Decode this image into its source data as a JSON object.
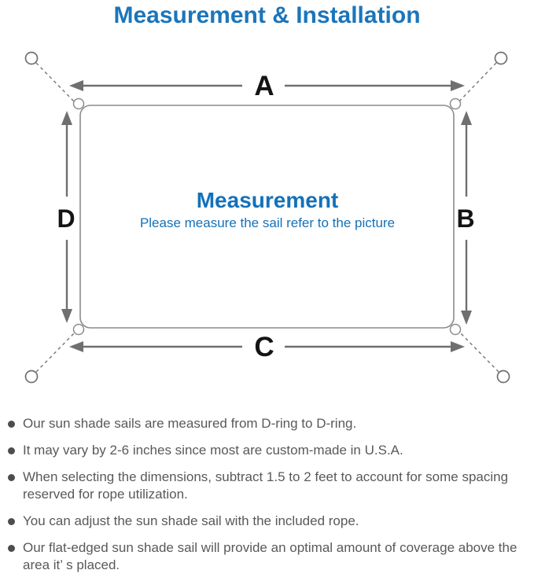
{
  "title": "Measurement & Installation",
  "diagram": {
    "dimension_labels": {
      "top": "A",
      "right": "B",
      "bottom": "C",
      "left": "D"
    },
    "center_title": "Measurement",
    "center_subtitle": "Please measure the sail refer to the picture"
  },
  "notes": [
    "Our sun shade sails are measured from D-ring to D-ring.",
    "It may vary by 2-6 inches since most are custom-made in U.S.A.",
    "When selecting the dimensions, subtract 1.5 to 2 feet to account for some spacing reserved for rope utilization.",
    "You can adjust the sun shade sail with the included rope.",
    "Our flat-edged sun shade sail will provide an optimal amount of coverage above the area it’ s placed."
  ],
  "colors": {
    "title_blue": "#1b75bb",
    "center_text_blue": "#1471b9",
    "diagram_line_gray": "#6f6f6f",
    "sail_outline_gray": "#8c8c8c",
    "dimension_label_black": "#141414",
    "note_text_gray": "#58595b"
  }
}
